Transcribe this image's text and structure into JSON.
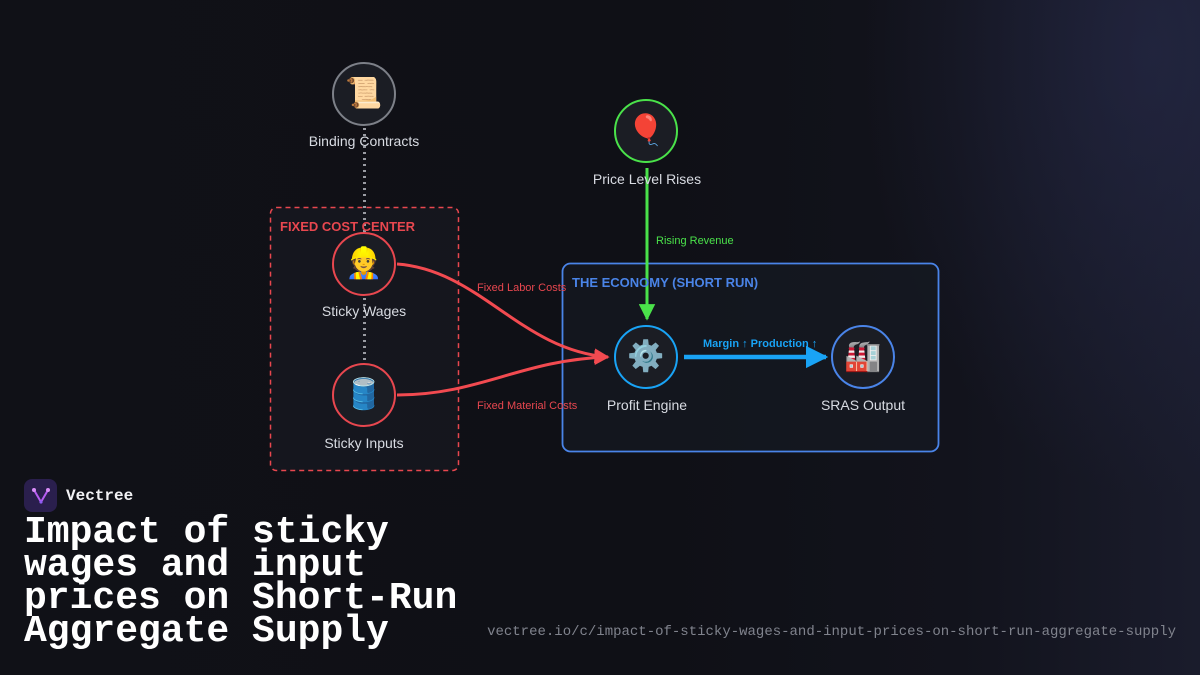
{
  "colors": {
    "fixed_cost": "#e8474f",
    "economy": "#4a84e8",
    "revenue": "#4ae24a",
    "production": "#19a3f5",
    "neutral": "#9a9ca3"
  },
  "groups": {
    "fixed_cost_center": "FIXED COST CENTER",
    "economy": "THE ECONOMY (SHORT RUN)"
  },
  "nodes": {
    "binding_contracts": {
      "label": "Binding Contracts",
      "icon": "scroll-icon",
      "glyph": "📜"
    },
    "price_level": {
      "label": "Price Level Rises",
      "icon": "balloon-icon",
      "glyph": "🎈"
    },
    "sticky_wages": {
      "label": "Sticky Wages",
      "icon": "construction-worker-icon",
      "glyph": "👷"
    },
    "sticky_inputs": {
      "label": "Sticky Inputs",
      "icon": "oil-barrel-icon",
      "glyph": "🛢️"
    },
    "profit_engine": {
      "label": "Profit Engine",
      "icon": "gear-icon",
      "glyph": "⚙️"
    },
    "sras_output": {
      "label": "SRAS Output",
      "icon": "factory-icon",
      "glyph": "🏭"
    }
  },
  "edges": {
    "rising_revenue": "Rising Revenue",
    "fixed_labor": "Fixed Labor Costs",
    "fixed_material": "Fixed Material Costs",
    "margin_production": "Margin ↑ Production ↑"
  },
  "brand": {
    "name": "Vectree",
    "icon": "vectree-logo-icon"
  },
  "headline": "Impact of sticky wages and input prices on Short-Run Aggregate Supply",
  "url": "vectree.io/c/impact-of-sticky-wages-and-input-prices-on-short-run-aggregate-supply"
}
